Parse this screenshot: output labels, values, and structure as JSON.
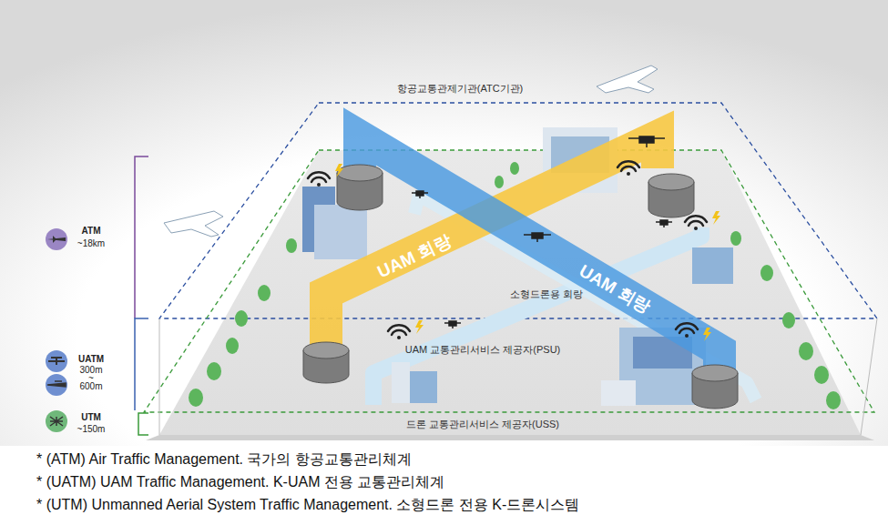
{
  "diagram": {
    "labels": [
      "항공교통관제기관(ATC기관)",
      "UAM 회랑",
      "UAM 회랑",
      "소형드론용 회랑",
      "UAM 교통관리서비스 제공자(PSU)",
      "드론 교통관리서비스 제공자(USS)",
      "ATM",
      "~18km",
      "UATM",
      "300m",
      "~",
      "600m",
      "UTM",
      "~150m",
      "* (ATM) Air Traffic Management. 국가의 항공교통관리체계",
      "* (UATM) UAM Traffic Management. K-UAM 전용 교통관리체계",
      "* (UTM) Unmanned Aerial System Traffic Management. 소형드론 전용 K-드론시스템"
    ]
  }
}
